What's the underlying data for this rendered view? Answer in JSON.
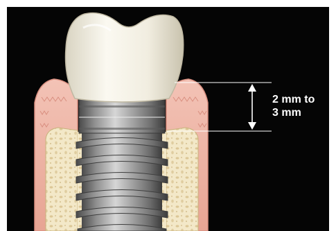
{
  "measurement": {
    "line1": "2 mm to",
    "line2": "3 mm"
  },
  "colors": {
    "background": "#050505",
    "gum": "#eeb0a2",
    "gum_edge": "#d98f80",
    "bone": "#f2e6c4",
    "bone_pore": "#dcc89a",
    "crown": "#f4f1e6",
    "titanium": "#9a9a9a",
    "guide_line": "#ffffff"
  },
  "icons": {
    "crown": "tooth-crown",
    "abutment": "implant-abutment",
    "screw": "implant-screw",
    "arrow": "double-headed-vertical-arrow"
  }
}
